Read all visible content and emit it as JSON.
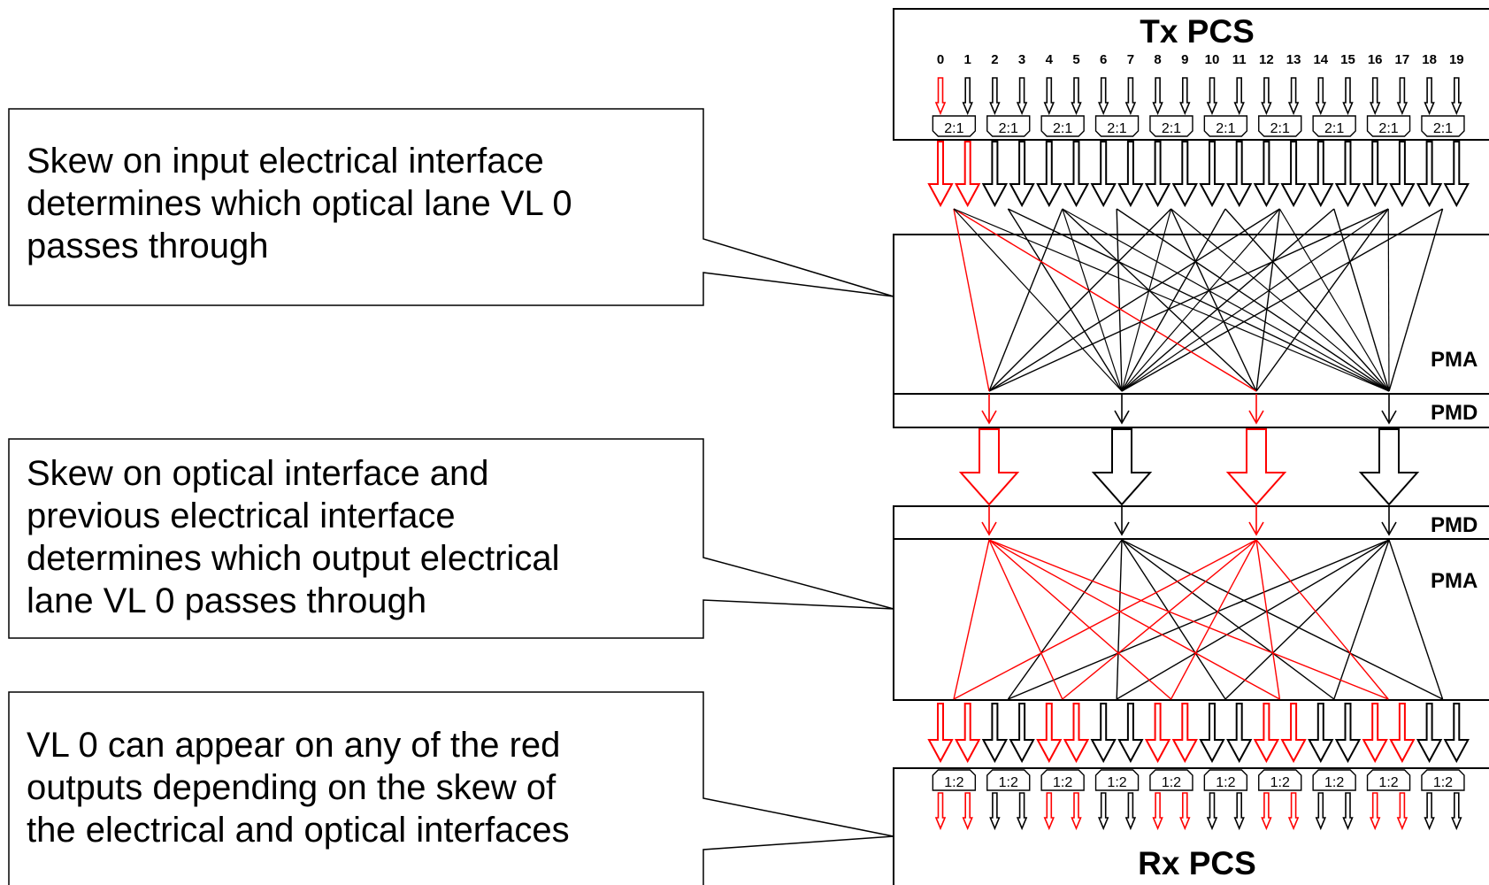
{
  "callouts": [
    {
      "lines": [
        "Skew on input electrical interface",
        "determines which optical lane VL 0",
        "passes through"
      ]
    },
    {
      "lines": [
        "Skew on optical interface and",
        "previous electrical interface",
        "determines which output electrical",
        "lane VL 0 passes through"
      ]
    },
    {
      "lines": [
        "VL 0 can appear on any of the red",
        "outputs depending on the skew of",
        "the electrical and optical interfaces"
      ]
    }
  ],
  "blocks": {
    "tx_pcs": "Tx PCS",
    "rx_pcs": "Rx PCS",
    "pma_top": "PMA",
    "pmd_top": "PMD",
    "pmd_bottom": "PMD",
    "pma_bottom": "PMA"
  },
  "lane_numbers": [
    "0",
    "1",
    "2",
    "3",
    "4",
    "5",
    "6",
    "7",
    "8",
    "9",
    "10",
    "11",
    "12",
    "13",
    "14",
    "15",
    "16",
    "17",
    "18",
    "19"
  ],
  "mux_label": "2:1",
  "demux_label": "1:2",
  "colors": {
    "highlight": "#ff0000",
    "normal": "#000000"
  }
}
